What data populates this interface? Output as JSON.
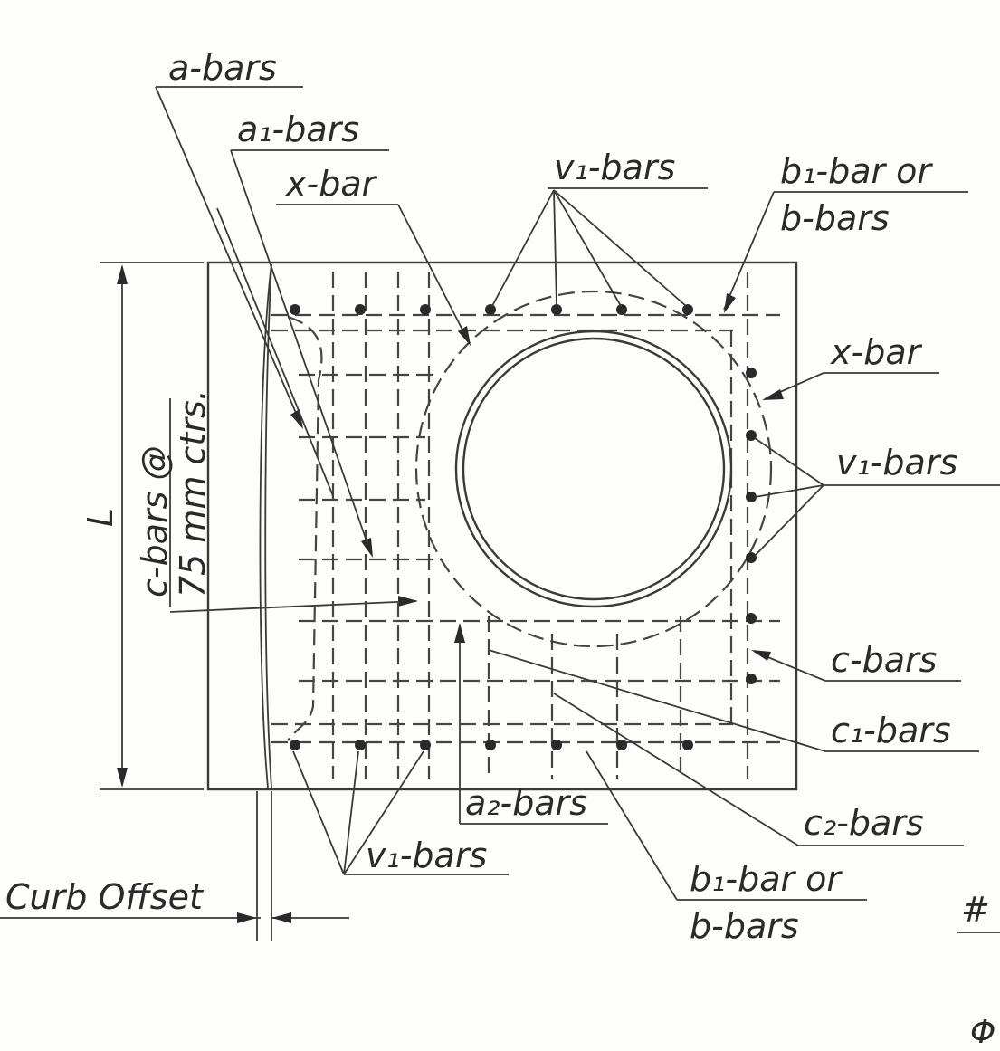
{
  "labels": {
    "a_bars": "a-bars",
    "a1_bars": "a₁-bars",
    "x_bar_top": "x-bar",
    "v1_bars_top": "v₁-bars",
    "b1_bar_or_top": "b₁-bar or",
    "b_bars_top": "b-bars",
    "x_bar_right": "x-bar",
    "v1_bars_right": "v₁-bars",
    "c_bars_right": "c-bars",
    "c1_bars": "c₁-bars",
    "c2_bars": "c₂-bars",
    "a2_bars": "a₂-bars",
    "v1_bars_bottom": "v₁-bars",
    "b1_bar_or_bottom": "b₁-bar or",
    "b_bars_bottom": "b-bars",
    "curb_offset": "Curb Offset",
    "dim_L": "L",
    "c_bars_spacing": "c-bars @",
    "c_bars_spacing_value": "75 mm ctrs.",
    "partial_right": "#",
    "partial_symbol": "Φ"
  }
}
